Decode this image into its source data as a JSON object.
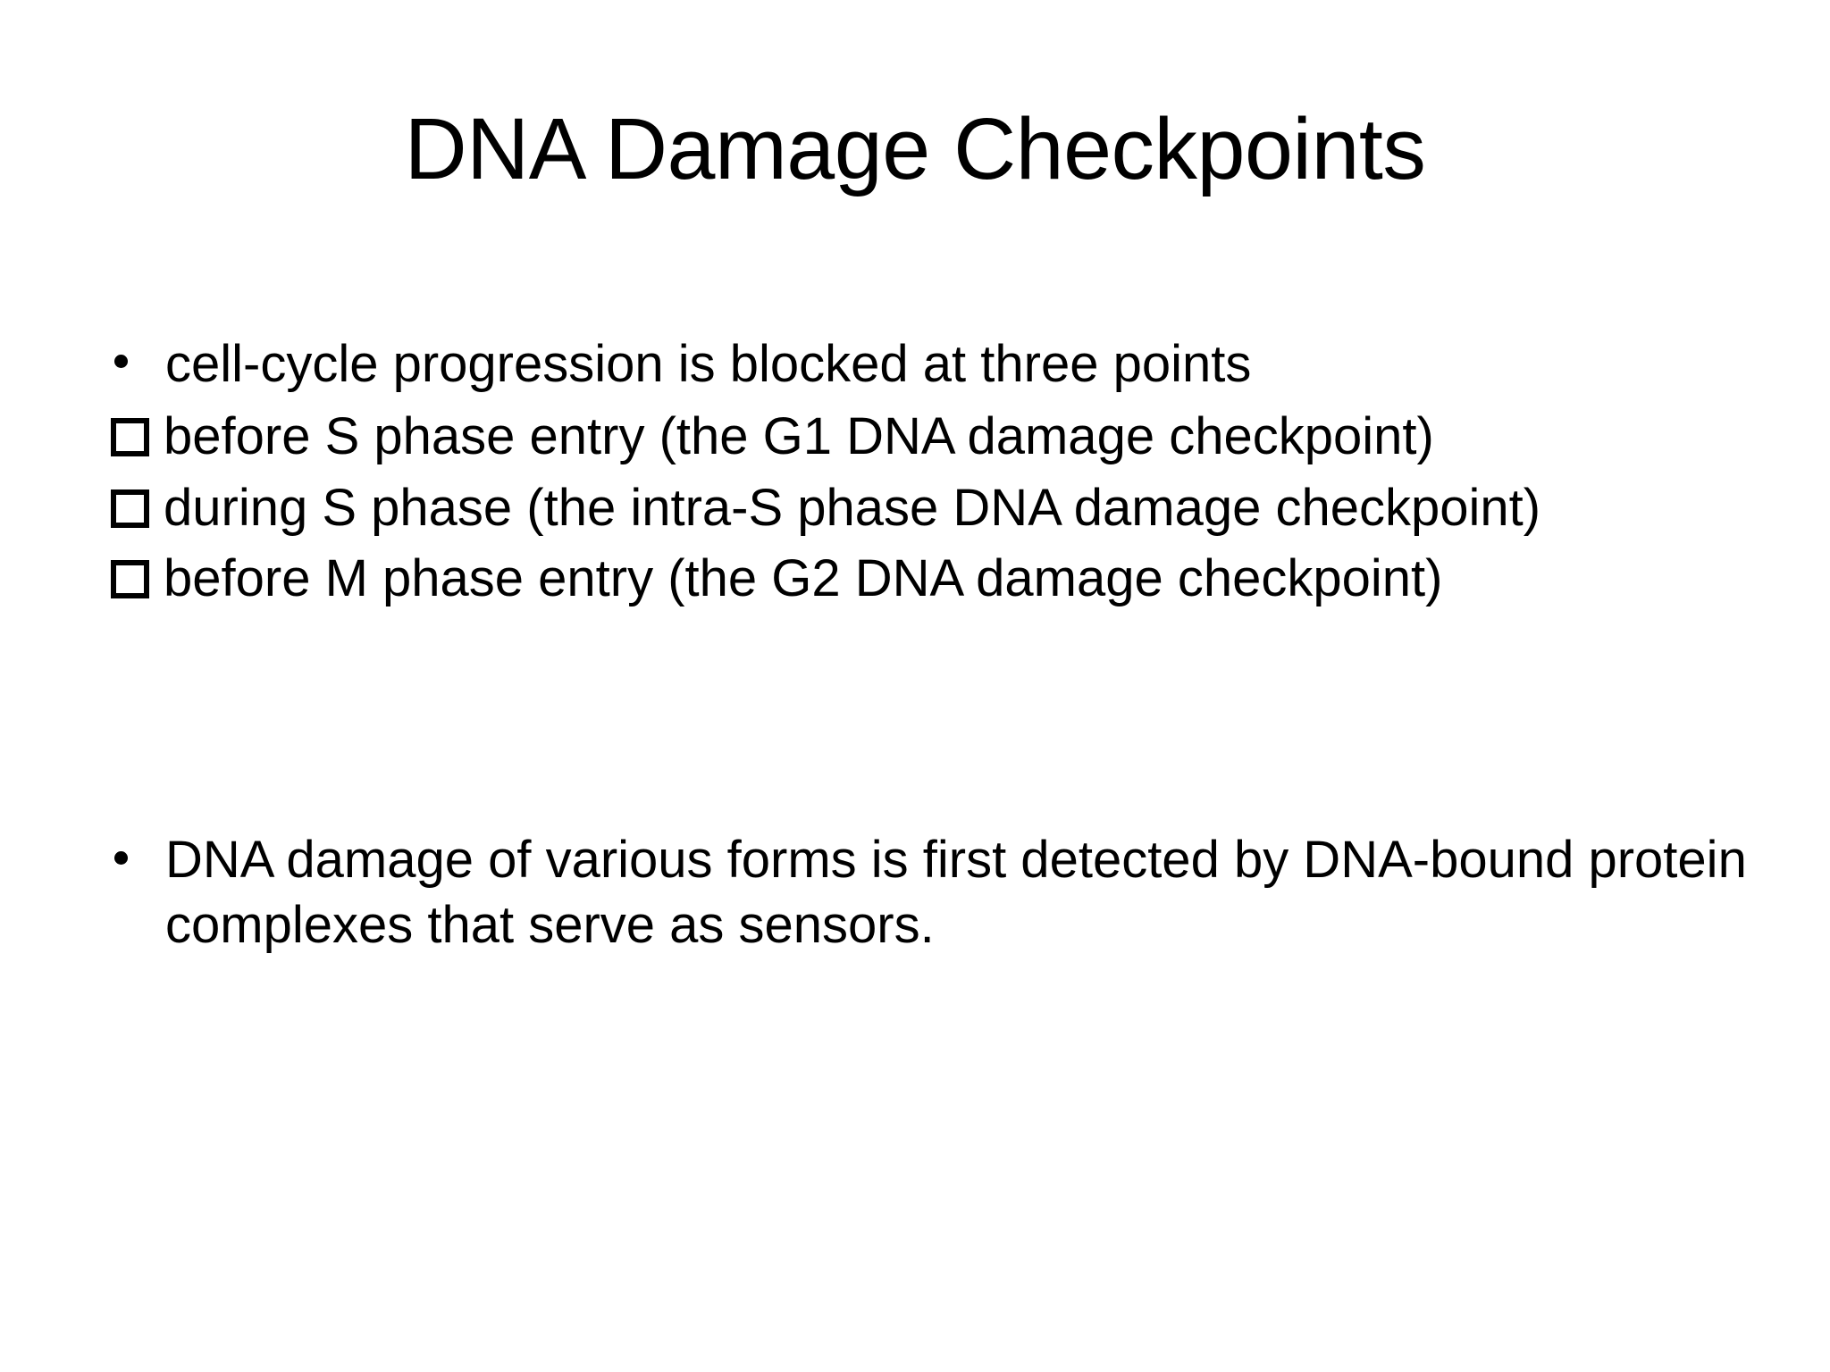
{
  "slide": {
    "title": "DNA Damage Checkpoints",
    "background_color": "#FFFFFF",
    "text_color": "#000000",
    "body": [
      {
        "marker": "round-bullet",
        "text": "cell-cycle progression is blocked at three points"
      },
      {
        "marker": "square-bullet",
        "text": "before S phase entry (the G1 DNA damage checkpoint)"
      },
      {
        "marker": "square-bullet",
        "text": "during S phase (the intra-S phase DNA damage checkpoint)"
      },
      {
        "marker": "square-bullet",
        "text": "before M phase entry (the G2 DNA damage checkpoint)"
      },
      {
        "marker": "round-bullet",
        "text": "DNA damage of various forms is first detected by DNA-bound protein complexes that serve as sensors."
      }
    ]
  }
}
